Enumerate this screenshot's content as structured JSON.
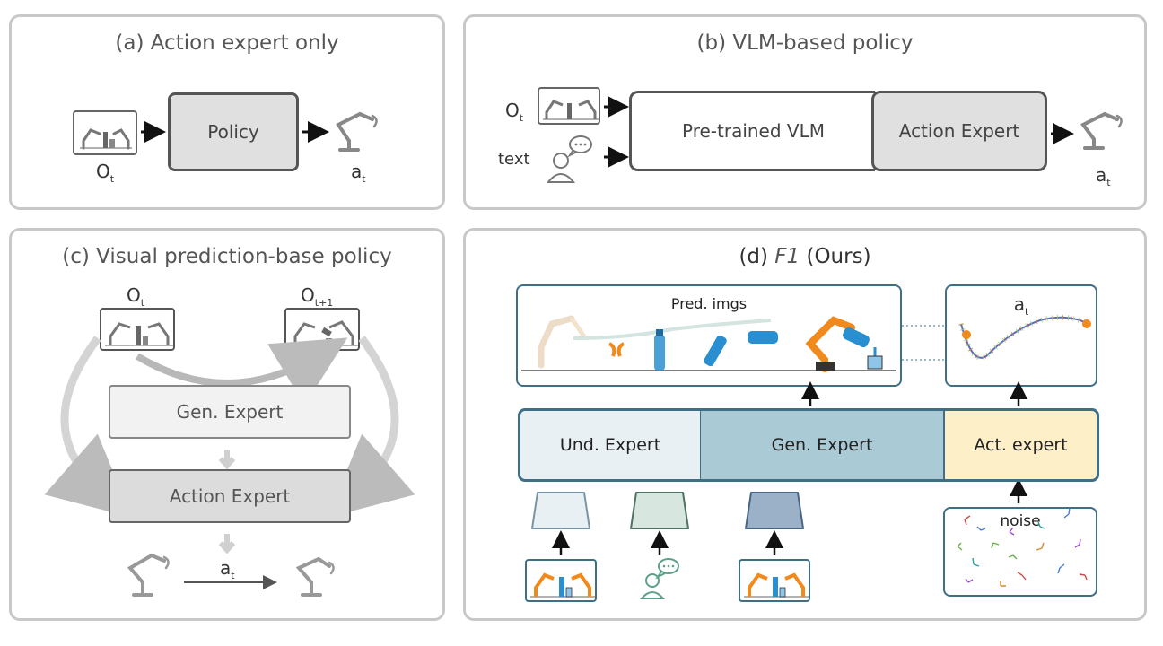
{
  "panel_a": {
    "title": "(a) Action expert only",
    "policy_label": "Policy",
    "obs_label": "O",
    "obs_sub": "t",
    "act_label": "a",
    "act_sub": "t"
  },
  "panel_b": {
    "title": "(b) VLM-based policy",
    "obs_label": "O",
    "obs_sub": "t",
    "text_label": "text",
    "vlm_label": "Pre-trained VLM",
    "action_expert_label": "Action Expert",
    "act_label": "a",
    "act_sub": "t"
  },
  "panel_c": {
    "title": "(c) Visual prediction-base policy",
    "obs_label": "O",
    "obs_sub": "t",
    "next_obs_label": "O",
    "next_obs_sub": "t+1",
    "gen_expert_label": "Gen. Expert",
    "action_expert_label": "Action Expert",
    "act_label": "a",
    "act_sub": "t"
  },
  "panel_d": {
    "title_prefix": "(d)",
    "title_name": "F1",
    "title_suffix": "(Ours)",
    "pred_imgs_label": "Pred. imgs",
    "act_label": "a",
    "act_sub": "t",
    "und_expert_label": "Und. Expert",
    "gen_expert_label": "Gen. Expert",
    "act_expert_label": "Act. expert",
    "noise_label": "noise"
  },
  "colors": {
    "panel_border": "#c8c8c8",
    "und_expert": "#e8f0f4",
    "gen_expert": "#aacad6",
    "act_expert": "#fdefc8",
    "teal_border": "#3f6f86",
    "robot_orange": "#f08a1c",
    "bottle_blue": "#2a8fd0",
    "grey_box": "#e0e0e0"
  }
}
